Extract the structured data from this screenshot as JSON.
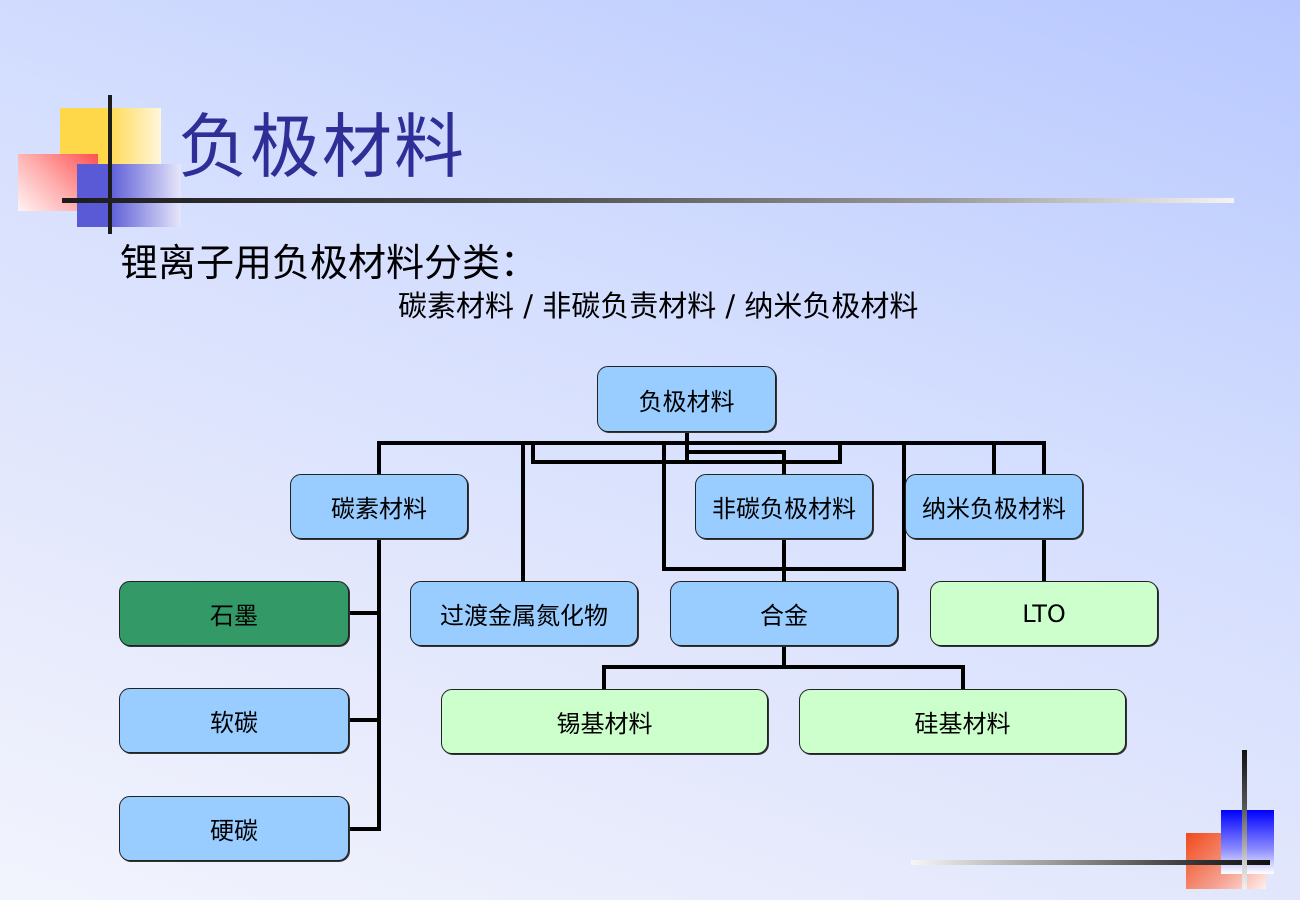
{
  "slide": {
    "title": "负极材料",
    "subtitle": "锂离子用负极材料分类：",
    "categories_line": "碳素材料 / 非碳负责材料 / 纳米负极材料"
  },
  "colors": {
    "title_text": "#2e2e96",
    "node_blue": "#99ccff",
    "node_light_green": "#ccffcc",
    "node_dark_green": "#339966"
  },
  "org_chart": {
    "root": "负极材料",
    "level1": {
      "carbon": "碳素材料",
      "non_carbon": "非碳负极材料",
      "nano": "纳米负极材料"
    },
    "carbon_children": [
      "石墨",
      "软碳",
      "硬碳"
    ],
    "non_carbon_children": {
      "nitride": "过渡金属氮化物",
      "alloy": "合金"
    },
    "nano_children": [
      "LTO"
    ],
    "alloy_children": [
      "锡基材料",
      "硅基材料"
    ]
  }
}
